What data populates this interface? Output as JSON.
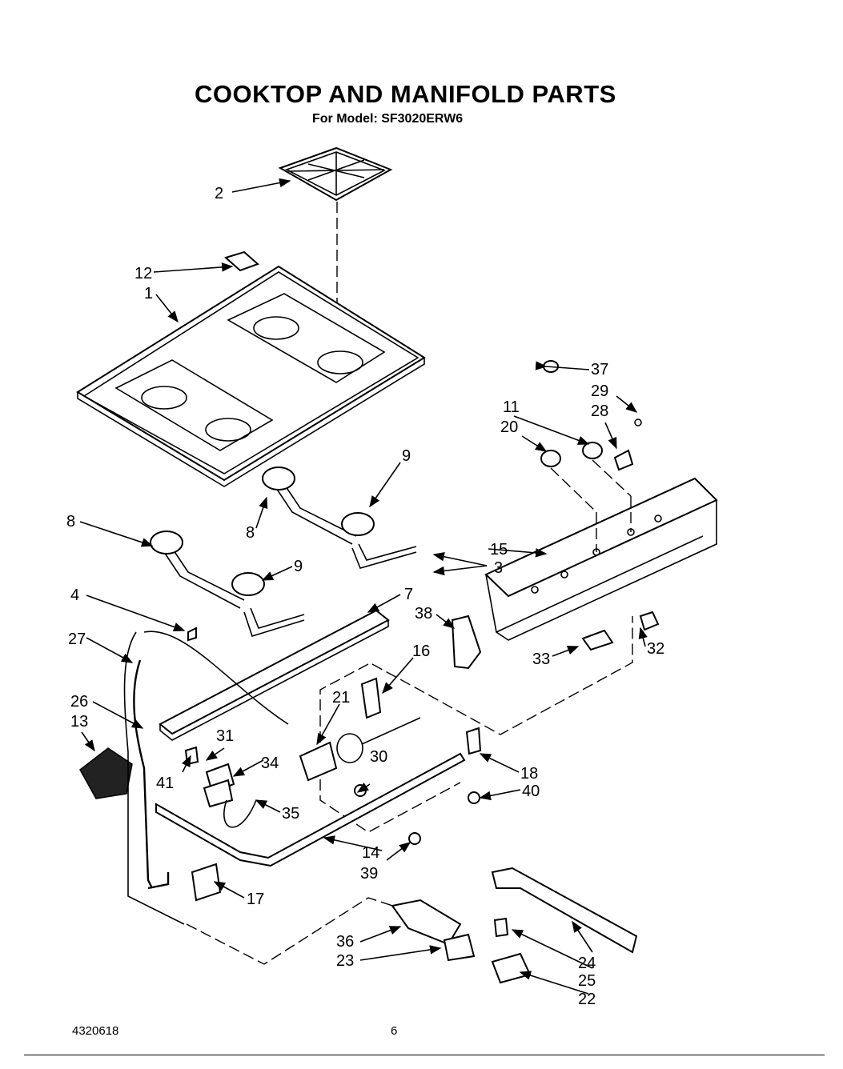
{
  "header": {
    "title": "COOKTOP AND MANIFOLD PARTS",
    "model_line": "For Model: SF3020ERW6"
  },
  "footer": {
    "doc_number": "4320618",
    "page_number": "6"
  },
  "callouts": {
    "c1": "1",
    "c2": "2",
    "c3": "3",
    "c4": "4",
    "c7": "7",
    "c8a": "8",
    "c8b": "8",
    "c9a": "9",
    "c9b": "9",
    "c11": "11",
    "c12": "12",
    "c13": "13",
    "c14": "14",
    "c15": "15",
    "c16": "16",
    "c17": "17",
    "c18": "18",
    "c20": "20",
    "c21": "21",
    "c22": "22",
    "c23": "23",
    "c24": "24",
    "c25": "25",
    "c26": "26",
    "c27": "27",
    "c28": "28",
    "c29": "29",
    "c30": "30",
    "c31": "31",
    "c32": "32",
    "c33": "33",
    "c34": "34",
    "c35": "35",
    "c36": "36",
    "c37": "37",
    "c38": "38",
    "c39": "39",
    "c40": "40",
    "c41": "41"
  }
}
